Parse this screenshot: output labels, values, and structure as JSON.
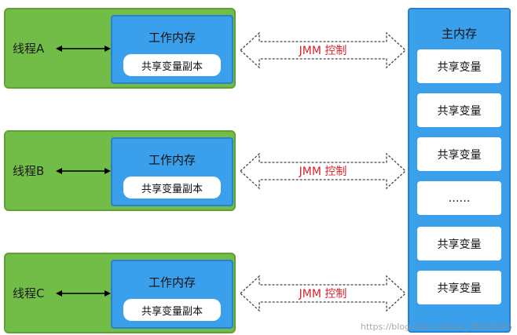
{
  "threads": [
    {
      "label": "线程A",
      "work_title": "工作内存",
      "copy_label": "共享变量副本",
      "control_label": "JMM 控制"
    },
    {
      "label": "线程B",
      "work_title": "工作内存",
      "copy_label": "共享变量副本",
      "control_label": "JMM 控制"
    },
    {
      "label": "线程C",
      "work_title": "工作内存",
      "copy_label": "共享变量副本",
      "control_label": "JMM 控制"
    }
  ],
  "main_memory": {
    "title": "主内存",
    "items": [
      "共享变量",
      "共享变量",
      "共享变量",
      "……",
      "共享变量",
      "共享变量"
    ]
  },
  "watermark": "https://blog.csdn.net/qq_38350925",
  "colors": {
    "thread_green": "#72bd47",
    "memory_blue": "#3ba0ec",
    "jmm_red": "#d9232d"
  }
}
